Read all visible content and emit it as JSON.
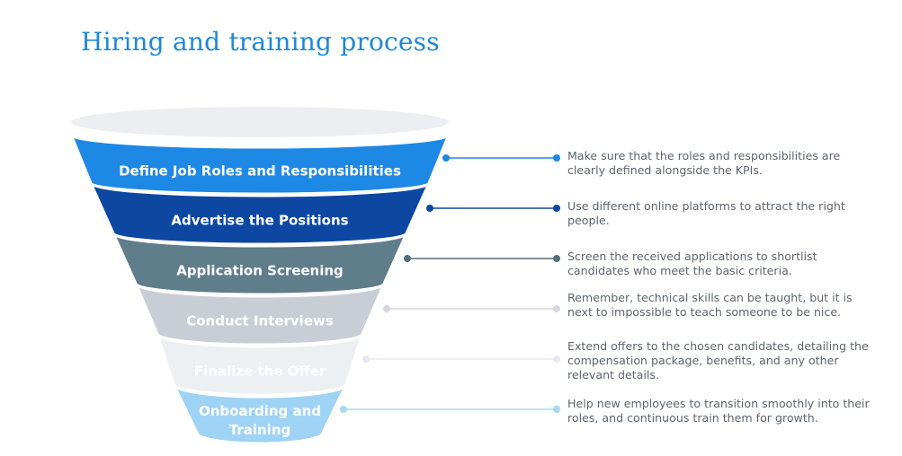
{
  "title": "Hiring and training process",
  "stages": [
    {
      "label": "Define Job Roles and Responsibilities",
      "description": "Make sure that the roles and responsibilities are clearly defined alongside the KPIs.",
      "color": "#1e88e5",
      "text_color": "#ffffff",
      "dot_color": "#1e88e5"
    },
    {
      "label": "Advertise the Positions",
      "description": "Use different online platforms to attract the right people.",
      "color": "#0d47a1",
      "text_color": "#ffffff",
      "dot_color": "#0d47a1"
    },
    {
      "label": "Application Screening",
      "description": "Screen the received applications to shortlist candidates who meet the basic criteria.",
      "color": "#607d8b",
      "text_color": "#ffffff",
      "dot_color": "#546e7a"
    },
    {
      "label": "Conduct Interviews",
      "description": "Remember, technical skills can be taught, but it is next to impossible to teach someone to be nice.",
      "color": "#c9ced6",
      "text_color": "#ffffff",
      "dot_color": "#d5d9df"
    },
    {
      "label": "Finalize the Offer",
      "description": "Extend offers to the chosen candidates, detailing the compensation package, benefits, and any other relevant details.",
      "color": "#edf0f3",
      "text_color": "#ffffff",
      "dot_color": "#e6e9ed"
    },
    {
      "label": "Onboarding and Training",
      "description": "Help new employees to transition smoothly into their roles, and continuous train them for growth.",
      "color": "#9fd3f5",
      "text_color": "#ffffff",
      "dot_color": "#a8d8f5"
    }
  ]
}
